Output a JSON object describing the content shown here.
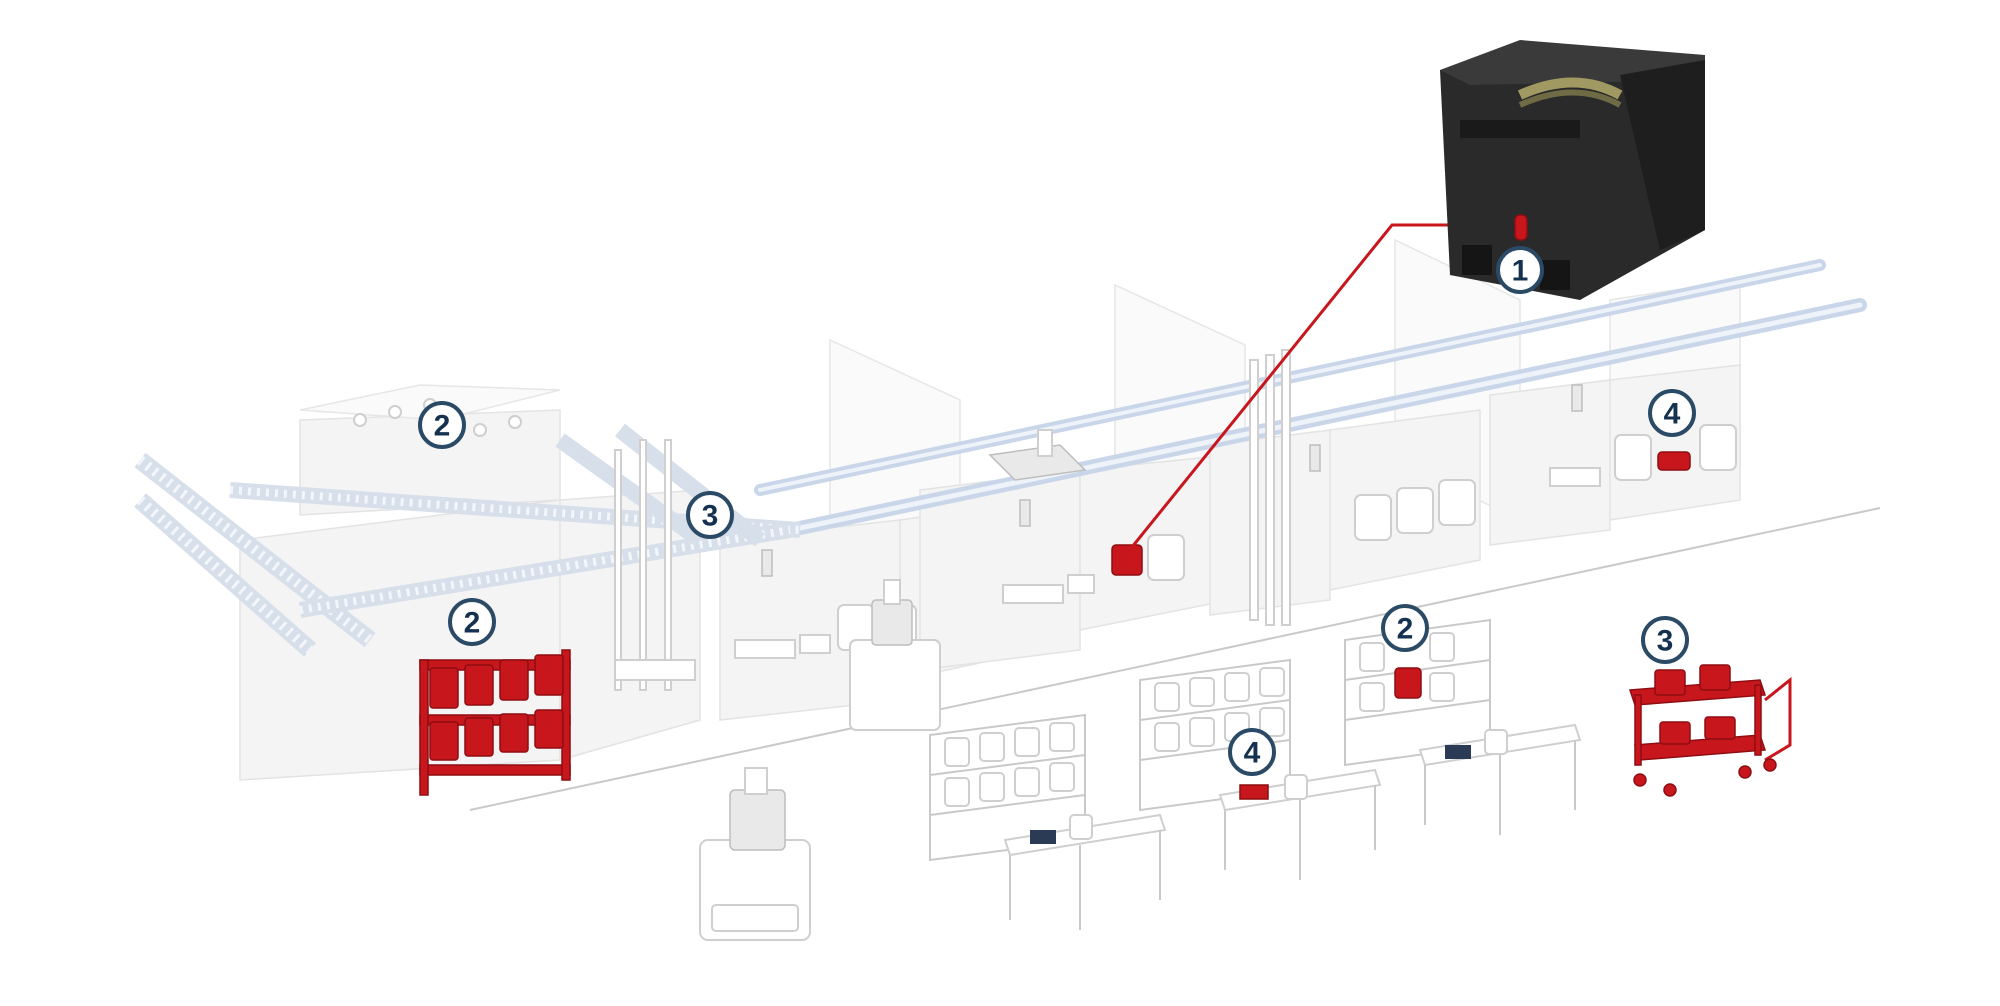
{
  "callouts": [
    {
      "id": "carrier-callout",
      "label": "1"
    },
    {
      "id": "stocker-callout",
      "label": "2"
    },
    {
      "id": "rack-callout-left",
      "label": "2"
    },
    {
      "id": "rack-callout-right",
      "label": "2"
    },
    {
      "id": "conveyor-callout",
      "label": "3"
    },
    {
      "id": "cart-callout",
      "label": "3"
    },
    {
      "id": "tool-port-callout",
      "label": "4"
    },
    {
      "id": "workbench-callout",
      "label": "4"
    }
  ],
  "colors": {
    "accent_red": "#c8161d",
    "marker_stroke": "#2b4a66",
    "marker_text": "#14324f",
    "overhead_rail": "#c9d6ea",
    "carrier_body": "#2a2a2a"
  }
}
